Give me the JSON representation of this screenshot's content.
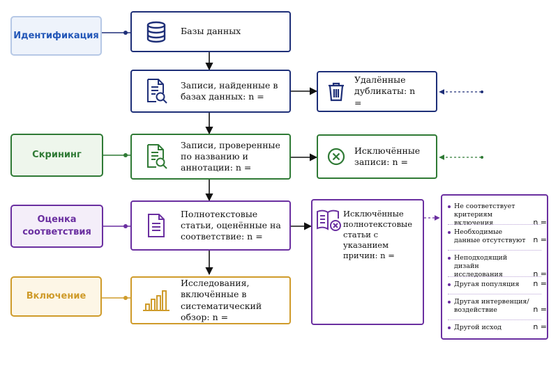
{
  "stages": {
    "identification": "Идентификация",
    "screening": "Скрининг",
    "eligibility": "Оценка соответствия",
    "included": "Включение"
  },
  "boxes": {
    "databases": "Базы данных",
    "records_found": "Записи, найденные в базах данных: n =",
    "duplicates_removed": "Удалённые дубликаты: n =",
    "records_screened": "Записи, проверенные по названию и аннотации: n =",
    "records_excluded": "Исключённые записи: n =",
    "fulltext_assessed": "Полнотекстовые статьи, оценённые на соответствие: n =",
    "fulltext_excluded": "Исключённые полнотекстовые статьи с указанием причин: n =",
    "studies_included": "Исследования, включённые в систематический обзор: n ="
  },
  "reasons": [
    {
      "label": "Не соответствует критериям включения",
      "n": "n ="
    },
    {
      "label": "Необходимые данные отсутствуют",
      "n": "n ="
    },
    {
      "label": "Неподходящий дизайн исследования",
      "n": "n ="
    },
    {
      "label": "Другая популяция",
      "n": "n ="
    },
    {
      "label": "Другая интервенция/ воздействие",
      "n": "n ="
    },
    {
      "label": "Другой исход",
      "n": "n ="
    }
  ],
  "icons": [
    "database-icon",
    "document-search-icon",
    "trash-icon",
    "document-search-icon",
    "close-circle-icon",
    "document-icon",
    "book-cross-icon",
    "bar-chart-icon"
  ],
  "colors": {
    "identification": "#1e2f78",
    "identification_fill": "#eef3fb",
    "identification_border": "#b6c8e6",
    "identification_text": "#2357b8",
    "screening": "#2f7a35",
    "screening_fill": "#eef6ec",
    "eligibility": "#6a2fa0",
    "eligibility_fill": "#f4eef9",
    "included": "#cf9b2a",
    "included_fill": "#fdf6e6"
  }
}
